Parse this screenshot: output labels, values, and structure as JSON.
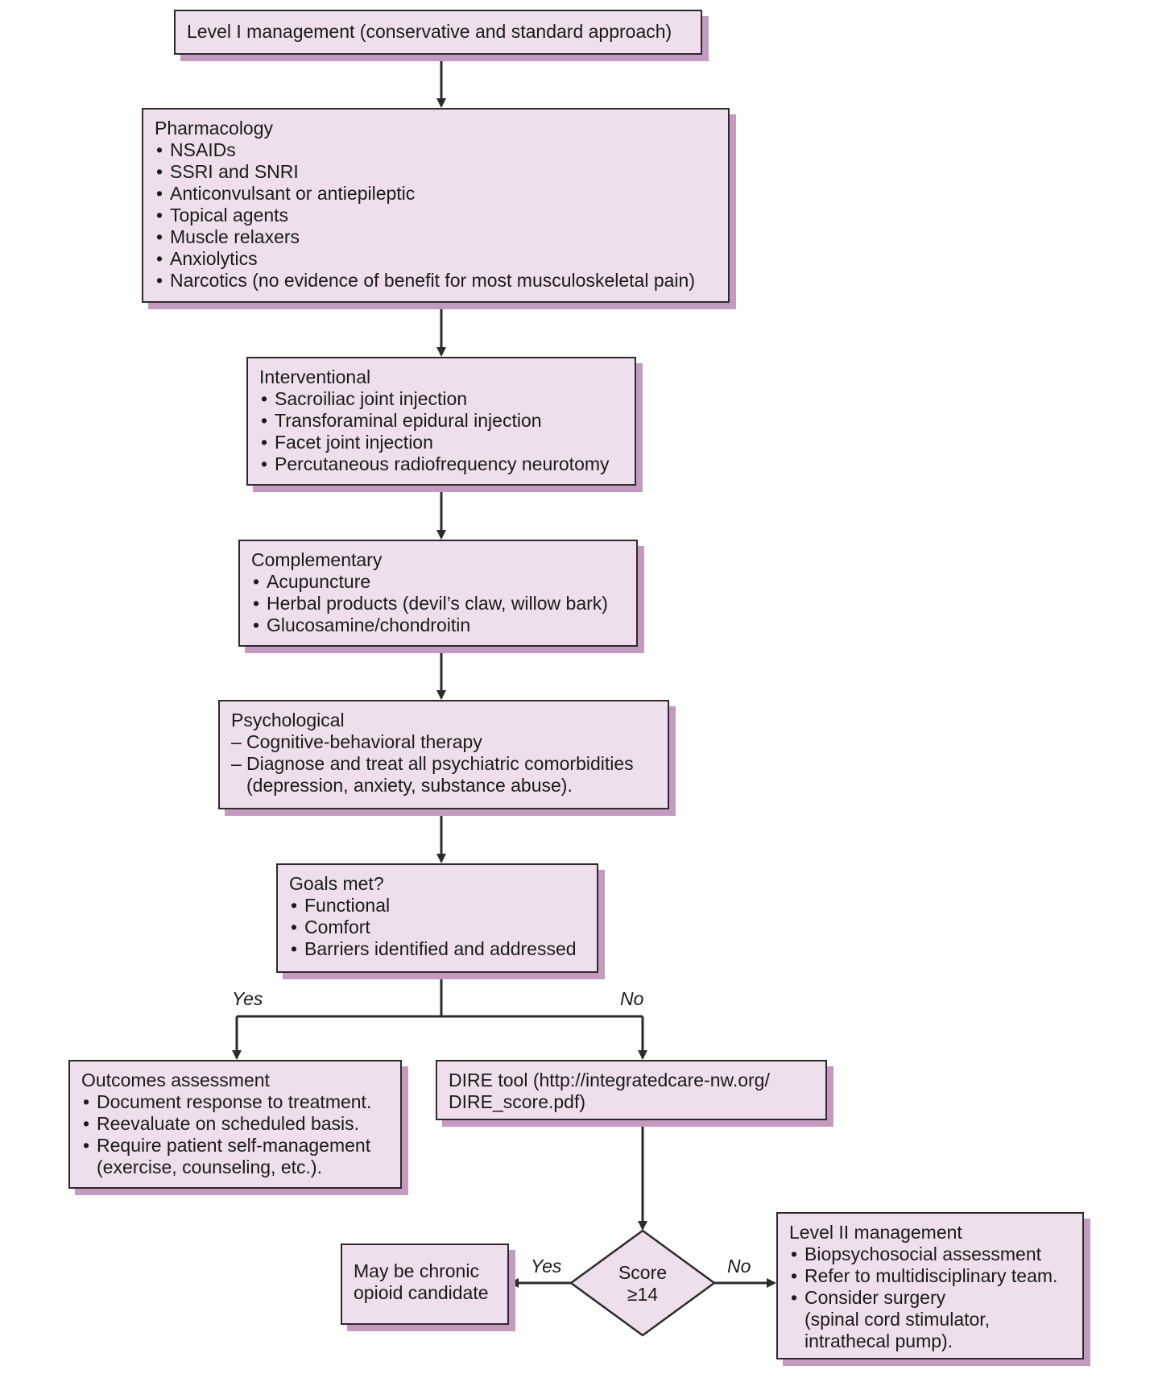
{
  "level1": {
    "title": "Level I management (conservative and standard approach)"
  },
  "pharmacology": {
    "title": "Pharmacology",
    "items": [
      "NSAIDs",
      "SSRI and SNRI",
      "Anticonvulsant or antiepileptic",
      "Topical agents",
      "Muscle relaxers",
      "Anxiolytics",
      "Narcotics (no evidence of benefit for most musculoskeletal pain)"
    ]
  },
  "interventional": {
    "title": "Interventional",
    "items": [
      "Sacroiliac joint injection",
      "Transforaminal epidural injection",
      "Facet joint injection",
      "Percutaneous radiofrequency neurotomy"
    ]
  },
  "complementary": {
    "title": "Complementary",
    "items": [
      "Acupuncture",
      "Herbal products (devil’s claw, willow bark)",
      "Glucosamine/chondroitin"
    ]
  },
  "psychological": {
    "title": "Psychological",
    "items": [
      "Cognitive-behavioral therapy",
      "Diagnose and treat all psychiatric comorbidities"
    ],
    "item2_cont": "(depression, anxiety, substance abuse)."
  },
  "goals": {
    "title": "Goals met?",
    "items": [
      "Functional",
      "Comfort",
      "Barriers identified and addressed"
    ]
  },
  "branch_goals": {
    "yes": "Yes",
    "no": "No"
  },
  "outcomes": {
    "title": "Outcomes assessment",
    "items": [
      "Document response to treatment.",
      "Reevaluate on scheduled basis.",
      "Require patient self-management"
    ],
    "item3_cont": "(exercise, counseling, etc.)."
  },
  "dire": {
    "line1": "DIRE tool (http://integratedcare-nw.org/",
    "line2": "DIRE_score.pdf)"
  },
  "decision": {
    "line1": "Score",
    "line2": "≥14"
  },
  "branch_score": {
    "yes": "Yes",
    "no": "No"
  },
  "opioid": {
    "line1": "May be chronic",
    "line2": "opioid candidate"
  },
  "level2": {
    "title": "Level II management",
    "items": [
      "Biopsychosocial assessment",
      "Refer to multidisciplinary team.",
      "Consider surgery"
    ],
    "item3_cont1": "(spinal cord stimulator,",
    "item3_cont2": "intrathecal pump)."
  },
  "colors": {
    "box_fill": "#efdfec",
    "box_shadow": "#c49ac0",
    "line": "#2b2b2b"
  }
}
